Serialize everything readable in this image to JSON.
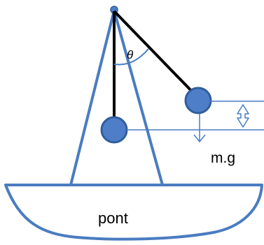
{
  "labels": {
    "theta": "θ",
    "weight": "m.g",
    "boat": "pont"
  },
  "colors": {
    "frame": "#4a7cc0",
    "bob_fill": "#4f7ec8",
    "bob_stroke": "#2f5e9e",
    "rod": "#000000"
  },
  "icons": {
    "height_marker": "double-arrow-icon",
    "weight_arrow": "down-arrow-icon"
  }
}
